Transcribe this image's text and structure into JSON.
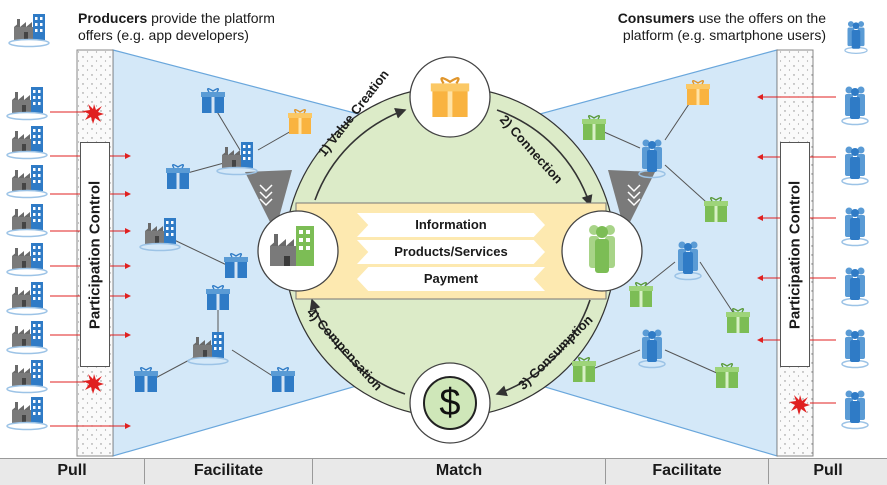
{
  "header_left": {
    "bold": "Producers",
    "text": " provide the platform offers (e.g. app developers)"
  },
  "header_right": {
    "bold": "Consumers",
    "text": " use the offers on the platform (e.g. smartphone users)"
  },
  "participation_control_label": "Participation Control",
  "cycle": {
    "step1": "1) Value Creation",
    "step2": "2) Connection",
    "step3": "3) Consumption",
    "step4": "4) Compensation"
  },
  "flows": [
    "Information",
    "Products/Services",
    "Payment"
  ],
  "dollar_symbol": "$",
  "bottom_bar": [
    "Pull",
    "Facilitate",
    "Match",
    "Facilitate",
    "Pull"
  ],
  "colors": {
    "funnel_fill": "#d4e8f8",
    "cycle_fill": "#dcebc8",
    "flow_band": "#fde9b0",
    "producer_blue": "#2f7bc6",
    "gift_orange": "#f9b340",
    "gift_green": "#7cbd55",
    "reject_red": "#e02020"
  }
}
